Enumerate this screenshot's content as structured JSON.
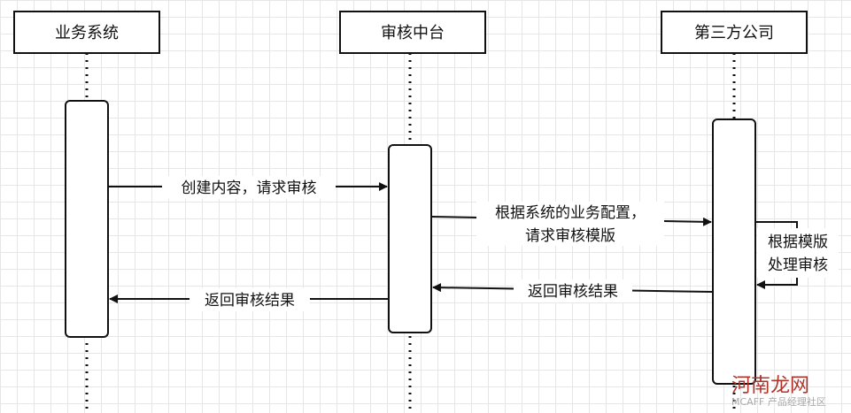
{
  "participants": [
    {
      "name": "业务系统"
    },
    {
      "name": "审核中台"
    },
    {
      "name": "第三方公司"
    }
  ],
  "messages": [
    {
      "text": "创建内容，请求审核"
    },
    {
      "line1": "根据系统的业务配置，",
      "line2": "请求审核模版"
    },
    {
      "line1": "根据模版",
      "line2": "处理审核"
    },
    {
      "text": "返回审核结果"
    },
    {
      "text": "返回审核结果"
    }
  ],
  "watermark": {
    "site": "河南龙网",
    "credit": "MCAFF 产品经理社区"
  }
}
